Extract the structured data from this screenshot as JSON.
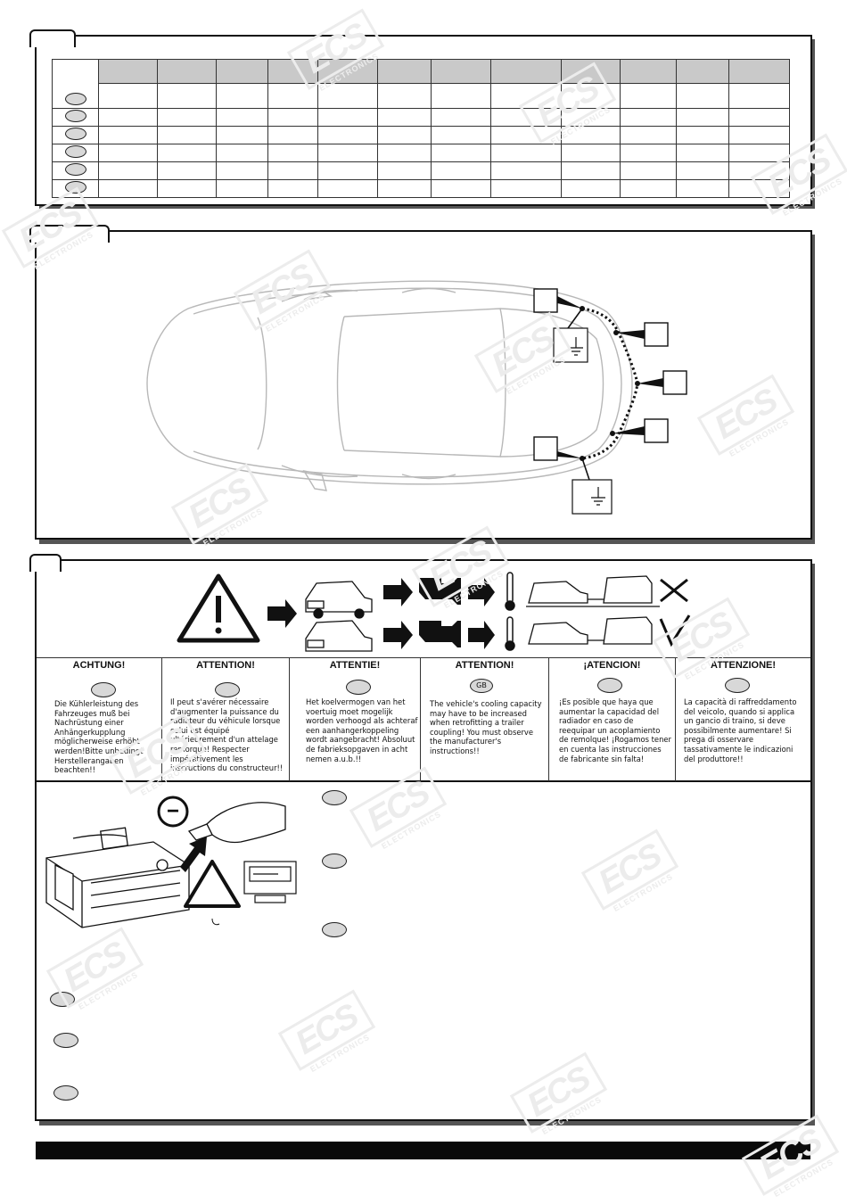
{
  "watermark": {
    "brand": "ECS",
    "subtitle": "ELECTRONICS"
  },
  "warning_section": {
    "columns": [
      {
        "title": "ACHTUNG!",
        "text": "Die Kühlerleistung des Fahrzeuges muß bei Nachrüstung einer Anhängerkupplung möglicherweise erhöht werden!Bitte unbedingt Herstellerangaben beachten!!"
      },
      {
        "title": "ATTENTION!",
        "text": "Il peut s'avérer nécessaire d'augmenter la puissance du radiateur du véhicule lorsque celui est équipé ultérieurement d'un attelage remorque! Respecter impérativement les inscructions du constructeur!!"
      },
      {
        "title": "ATTENTIE!",
        "text": "Het koelvermogen van het voertuig moet mogelijk worden verhoogd als achteraf een aanhangerkoppeling wordt aangebracht! Absoluut de fabrieksopgaven in acht nemen a.u.b.!!"
      },
      {
        "title": "ATTENTION!",
        "badge": "GB",
        "text": "The vehicle's cooling capacity may have to be increased when retrofitting a trailer coupling! You must observe the manufacturer's instructions!!"
      },
      {
        "title": "¡ATENCION!",
        "text": "¡Es posible que haya que aumentar la capacidad del radiador en caso de reequipar un acoplamiento de remolque! ¡Rogamos tener en cuenta las instrucciones de fabricante sin falta!"
      },
      {
        "title": "ATTENZIONE!",
        "text": "La capacità di raffreddamento del veicolo, quando si applica un gancio di traino, si deve possibilmente aumentare! Si prega di osservare tassativamente le indicazioni del produttore!!"
      }
    ]
  },
  "battery_minus_symbol": "−"
}
